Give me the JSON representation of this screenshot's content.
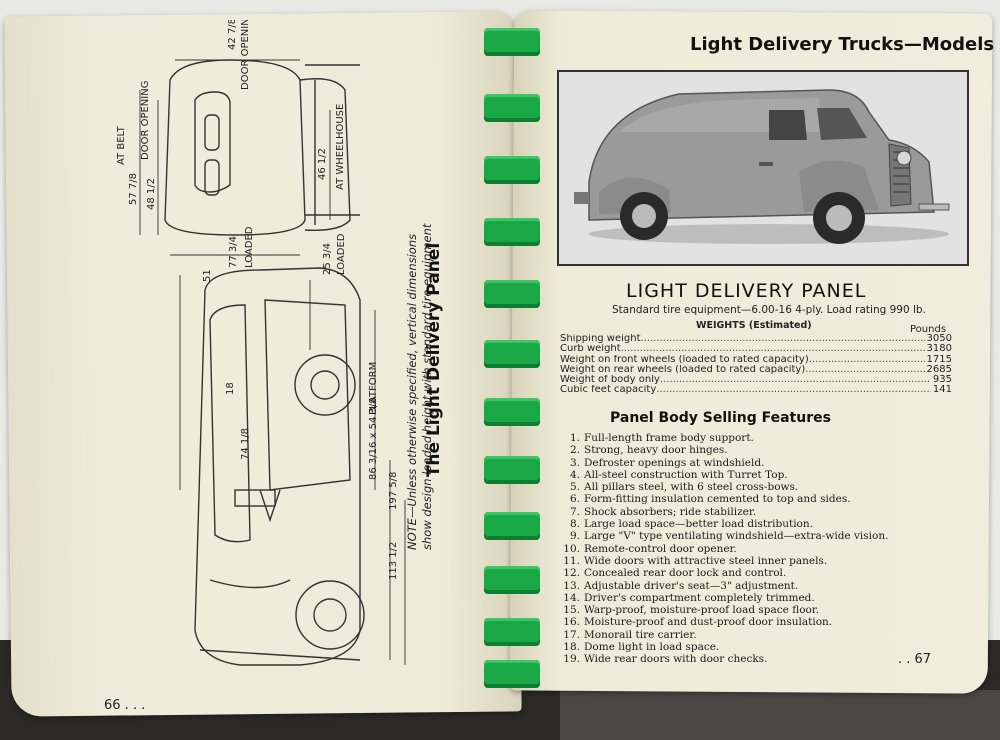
{
  "left_page": {
    "vertical_title": "The Light Delivery Panel",
    "note": "NOTE—Unless otherwise specified, vertical dimensions show design loaded height with standard tire equipment",
    "page_number": "66 . . .",
    "dimensions": {
      "door_opening_top": "42 7/8",
      "door_opening_top_label": "DOOR OPENING",
      "at_belt": "57 7/8",
      "at_belt_label": "AT BELT",
      "door_opening_side": "48 1/2",
      "door_opening_side_label": "DOOR OPENING",
      "at_wheelhouse": "46 1/2",
      "at_wheelhouse_label": "AT WHEELHOUSE",
      "loaded_front": "77 3/4",
      "loaded_front_label": "LOADED",
      "width_51": "51",
      "loaded_rear": "25 3/4",
      "loaded_rear_label": "LOADED",
      "h18": "18",
      "h74": "74 1/8",
      "platform": "86 3/16 x 54 3/8",
      "platform_label": "PLATFORM",
      "len197": "197 5/8",
      "wb113": "113 1/2"
    }
  },
  "right_page": {
    "header": "Light Delivery Trucks—Models",
    "heading": "LIGHT DELIVERY PANEL",
    "tire_line": "Standard tire equipment—6.00-16 4-ply. Load rating 990 lb.",
    "weights_heading": "WEIGHTS (Estimated)",
    "pounds_label": "Pounds",
    "weights": [
      {
        "label": "Shipping weight",
        "value": "3050"
      },
      {
        "label": "Curb weight",
        "value": "3180"
      },
      {
        "label": "Weight on front wheels (loaded to rated capacity)",
        "value": "1715"
      },
      {
        "label": "Weight on rear wheels (loaded to rated capacity)",
        "value": "2685"
      },
      {
        "label": "Weight of body only",
        "value": "935"
      },
      {
        "label": "Cubic feet capacity",
        "value": "141"
      }
    ],
    "features_heading": "Panel Body Selling Features",
    "features": [
      {
        "num": "1.",
        "text": "Full-length frame body support."
      },
      {
        "num": "2.",
        "text": "Strong, heavy door hinges."
      },
      {
        "num": "3.",
        "text": "Defroster openings at windshield."
      },
      {
        "num": "4.",
        "text": "All-steel construction with Turret Top."
      },
      {
        "num": "5.",
        "text": "All pillars steel, with 6 steel cross-bows."
      },
      {
        "num": "6.",
        "text": "Form-fitting insulation cemented to top and sides."
      },
      {
        "num": "7.",
        "text": "Shock absorbers; ride stabilizer."
      },
      {
        "num": "8.",
        "text": "Large load space—better load distribution."
      },
      {
        "num": "9.",
        "text": "Large \"V\" type ventilating windshield—extra-wide vision."
      },
      {
        "num": "10.",
        "text": "Remote-control door opener."
      },
      {
        "num": "11.",
        "text": "Wide doors with attractive steel inner panels."
      },
      {
        "num": "12.",
        "text": "Concealed rear door lock and control."
      },
      {
        "num": "13.",
        "text": "Adjustable driver's seat—3\" adjustment."
      },
      {
        "num": "14.",
        "text": "Driver's compartment completely trimmed."
      },
      {
        "num": "15.",
        "text": "Warp-proof, moisture-proof load space floor."
      },
      {
        "num": "16.",
        "text": "Moisture-proof and dust-proof door insulation."
      },
      {
        "num": "17.",
        "text": "Monorail tire carrier."
      },
      {
        "num": "18.",
        "text": "Dome light in load space."
      },
      {
        "num": "19.",
        "text": "Wide rear doors with door checks."
      }
    ],
    "page_number": ". . 67"
  },
  "colors": {
    "paper": "#eeead8",
    "spiral": "#18a845",
    "ink": "#111111"
  }
}
